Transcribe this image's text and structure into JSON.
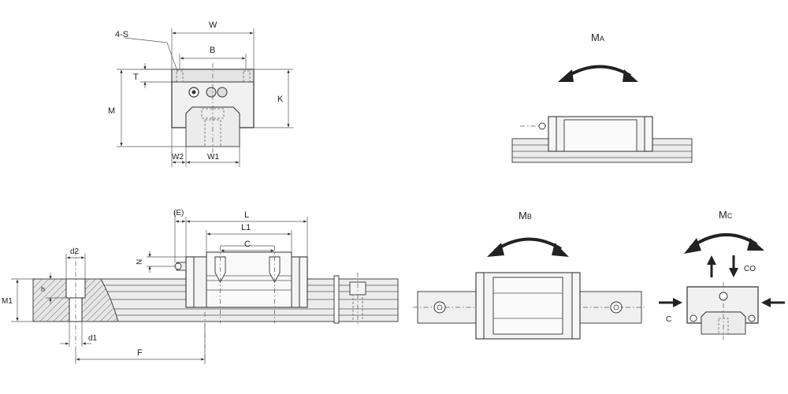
{
  "labels": {
    "four_s": "4-S",
    "w": "W",
    "b": "B",
    "t": "T",
    "m": "M",
    "k": "K",
    "w2": "W2",
    "w1": "W1",
    "e": "(E)",
    "l": "L",
    "l1": "L1",
    "c_dim": "C",
    "n": "N",
    "d2": "d2",
    "h": "h",
    "m1": "M1",
    "d1": "d1",
    "f": "F",
    "ma_main": "M",
    "ma_sub": "A",
    "mb_main": "M",
    "mb_sub": "B",
    "mc_main": "M",
    "mc_sub": "C",
    "co": "CO",
    "c_load": "C"
  }
}
